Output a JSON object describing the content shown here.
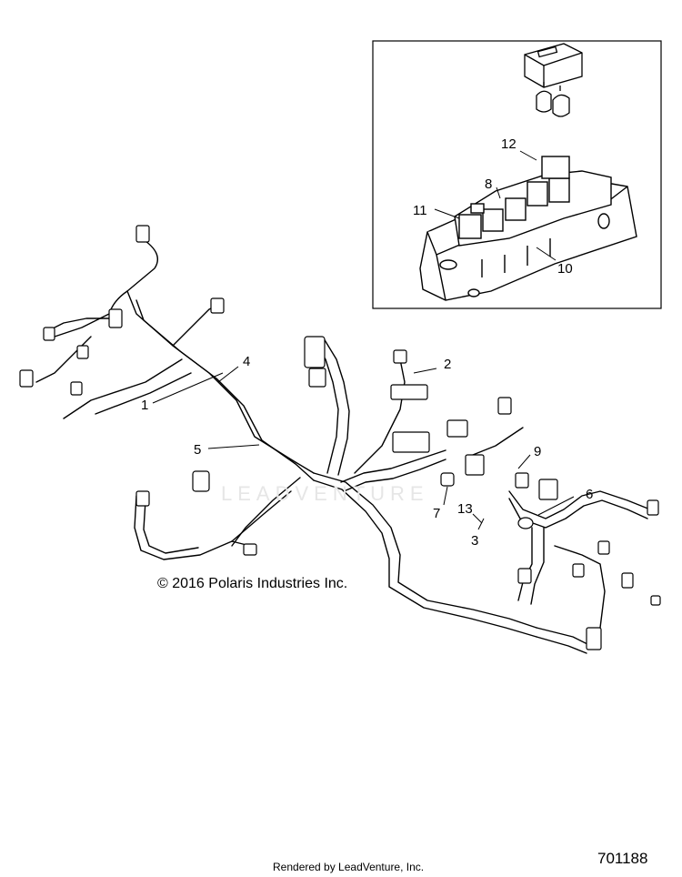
{
  "watermark": "LEADVENTURE",
  "copyright": "© 2016 Polaris Industries Inc.",
  "footer": {
    "rendered_by": "Rendered by LeadVenture, Inc.",
    "diagram_number": "701188"
  },
  "callouts": {
    "c1": "1",
    "c2": "2",
    "c3": "3",
    "c4": "4",
    "c5": "5",
    "c6": "6",
    "c7": "7",
    "c8": "8",
    "c9": "9",
    "c10": "10",
    "c11": "11",
    "c12": "12",
    "c13": "13"
  }
}
